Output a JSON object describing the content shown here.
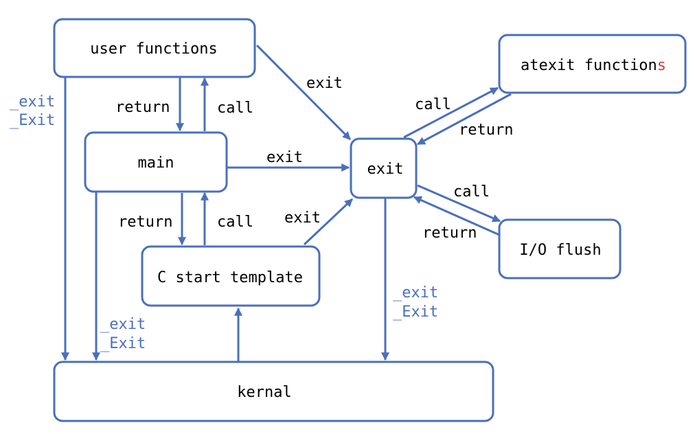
{
  "colors": {
    "line": "#4a6fbd",
    "box_stroke": "#4a6fbd",
    "label_black": "#000000",
    "label_blue": "#4a6fbd",
    "accent_red": "#d63c2f"
  },
  "nodes": {
    "user_functions": "user functions",
    "atexit_functions_main": "atexit function",
    "atexit_functions_last": "s",
    "main": "main",
    "exit": "exit",
    "c_start_template": "C start template",
    "io_flush": "I/O flush",
    "kernal": "kernal"
  },
  "edge_labels": {
    "user_to_exit": "exit",
    "main_to_exit": "exit",
    "cstart_to_exit": "exit",
    "user_main_return": "return",
    "user_main_call": "call",
    "main_cstart_return": "return",
    "main_cstart_call": "call",
    "atexit_call": "call",
    "atexit_return": "return",
    "io_call": "call",
    "io_return": "return",
    "user_exit_1": "_exit",
    "user_exit_2": "_Exit",
    "main_exit_1": "_exit",
    "main_exit_2": "_Exit",
    "exitnode_exit_1": "_exit",
    "exitnode_exit_2": "_Exit"
  }
}
